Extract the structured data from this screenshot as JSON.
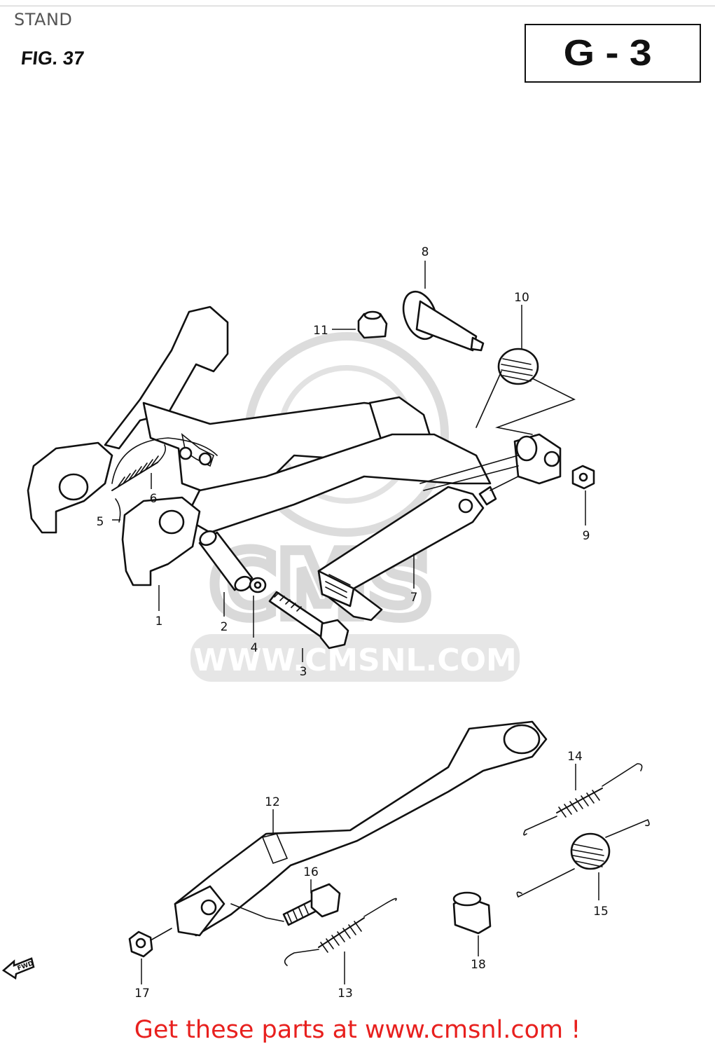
{
  "section_title": "STAND",
  "figure_label": "FIG. 37",
  "group_code": "G-3",
  "watermark": {
    "brand": "CMS",
    "url": "WWW.CMSNL.COM"
  },
  "callouts": [
    {
      "id": "1",
      "label": "1"
    },
    {
      "id": "2",
      "label": "2"
    },
    {
      "id": "3",
      "label": "3"
    },
    {
      "id": "4",
      "label": "4"
    },
    {
      "id": "5",
      "label": "5"
    },
    {
      "id": "6",
      "label": "6"
    },
    {
      "id": "7",
      "label": "7"
    },
    {
      "id": "8",
      "label": "8"
    },
    {
      "id": "9",
      "label": "9"
    },
    {
      "id": "10",
      "label": "10"
    },
    {
      "id": "11",
      "label": "11"
    },
    {
      "id": "12",
      "label": "12"
    },
    {
      "id": "13",
      "label": "13"
    },
    {
      "id": "14",
      "label": "14"
    },
    {
      "id": "15",
      "label": "15"
    },
    {
      "id": "16",
      "label": "16"
    },
    {
      "id": "17",
      "label": "17"
    },
    {
      "id": "18",
      "label": "18"
    }
  ],
  "direction_marker": "FWD",
  "call_to_action": "Get these parts at www.cmsnl.com !",
  "colors": {
    "cta": "#e8201e",
    "line_art": "#111111",
    "watermark": "#d6d6d6"
  }
}
